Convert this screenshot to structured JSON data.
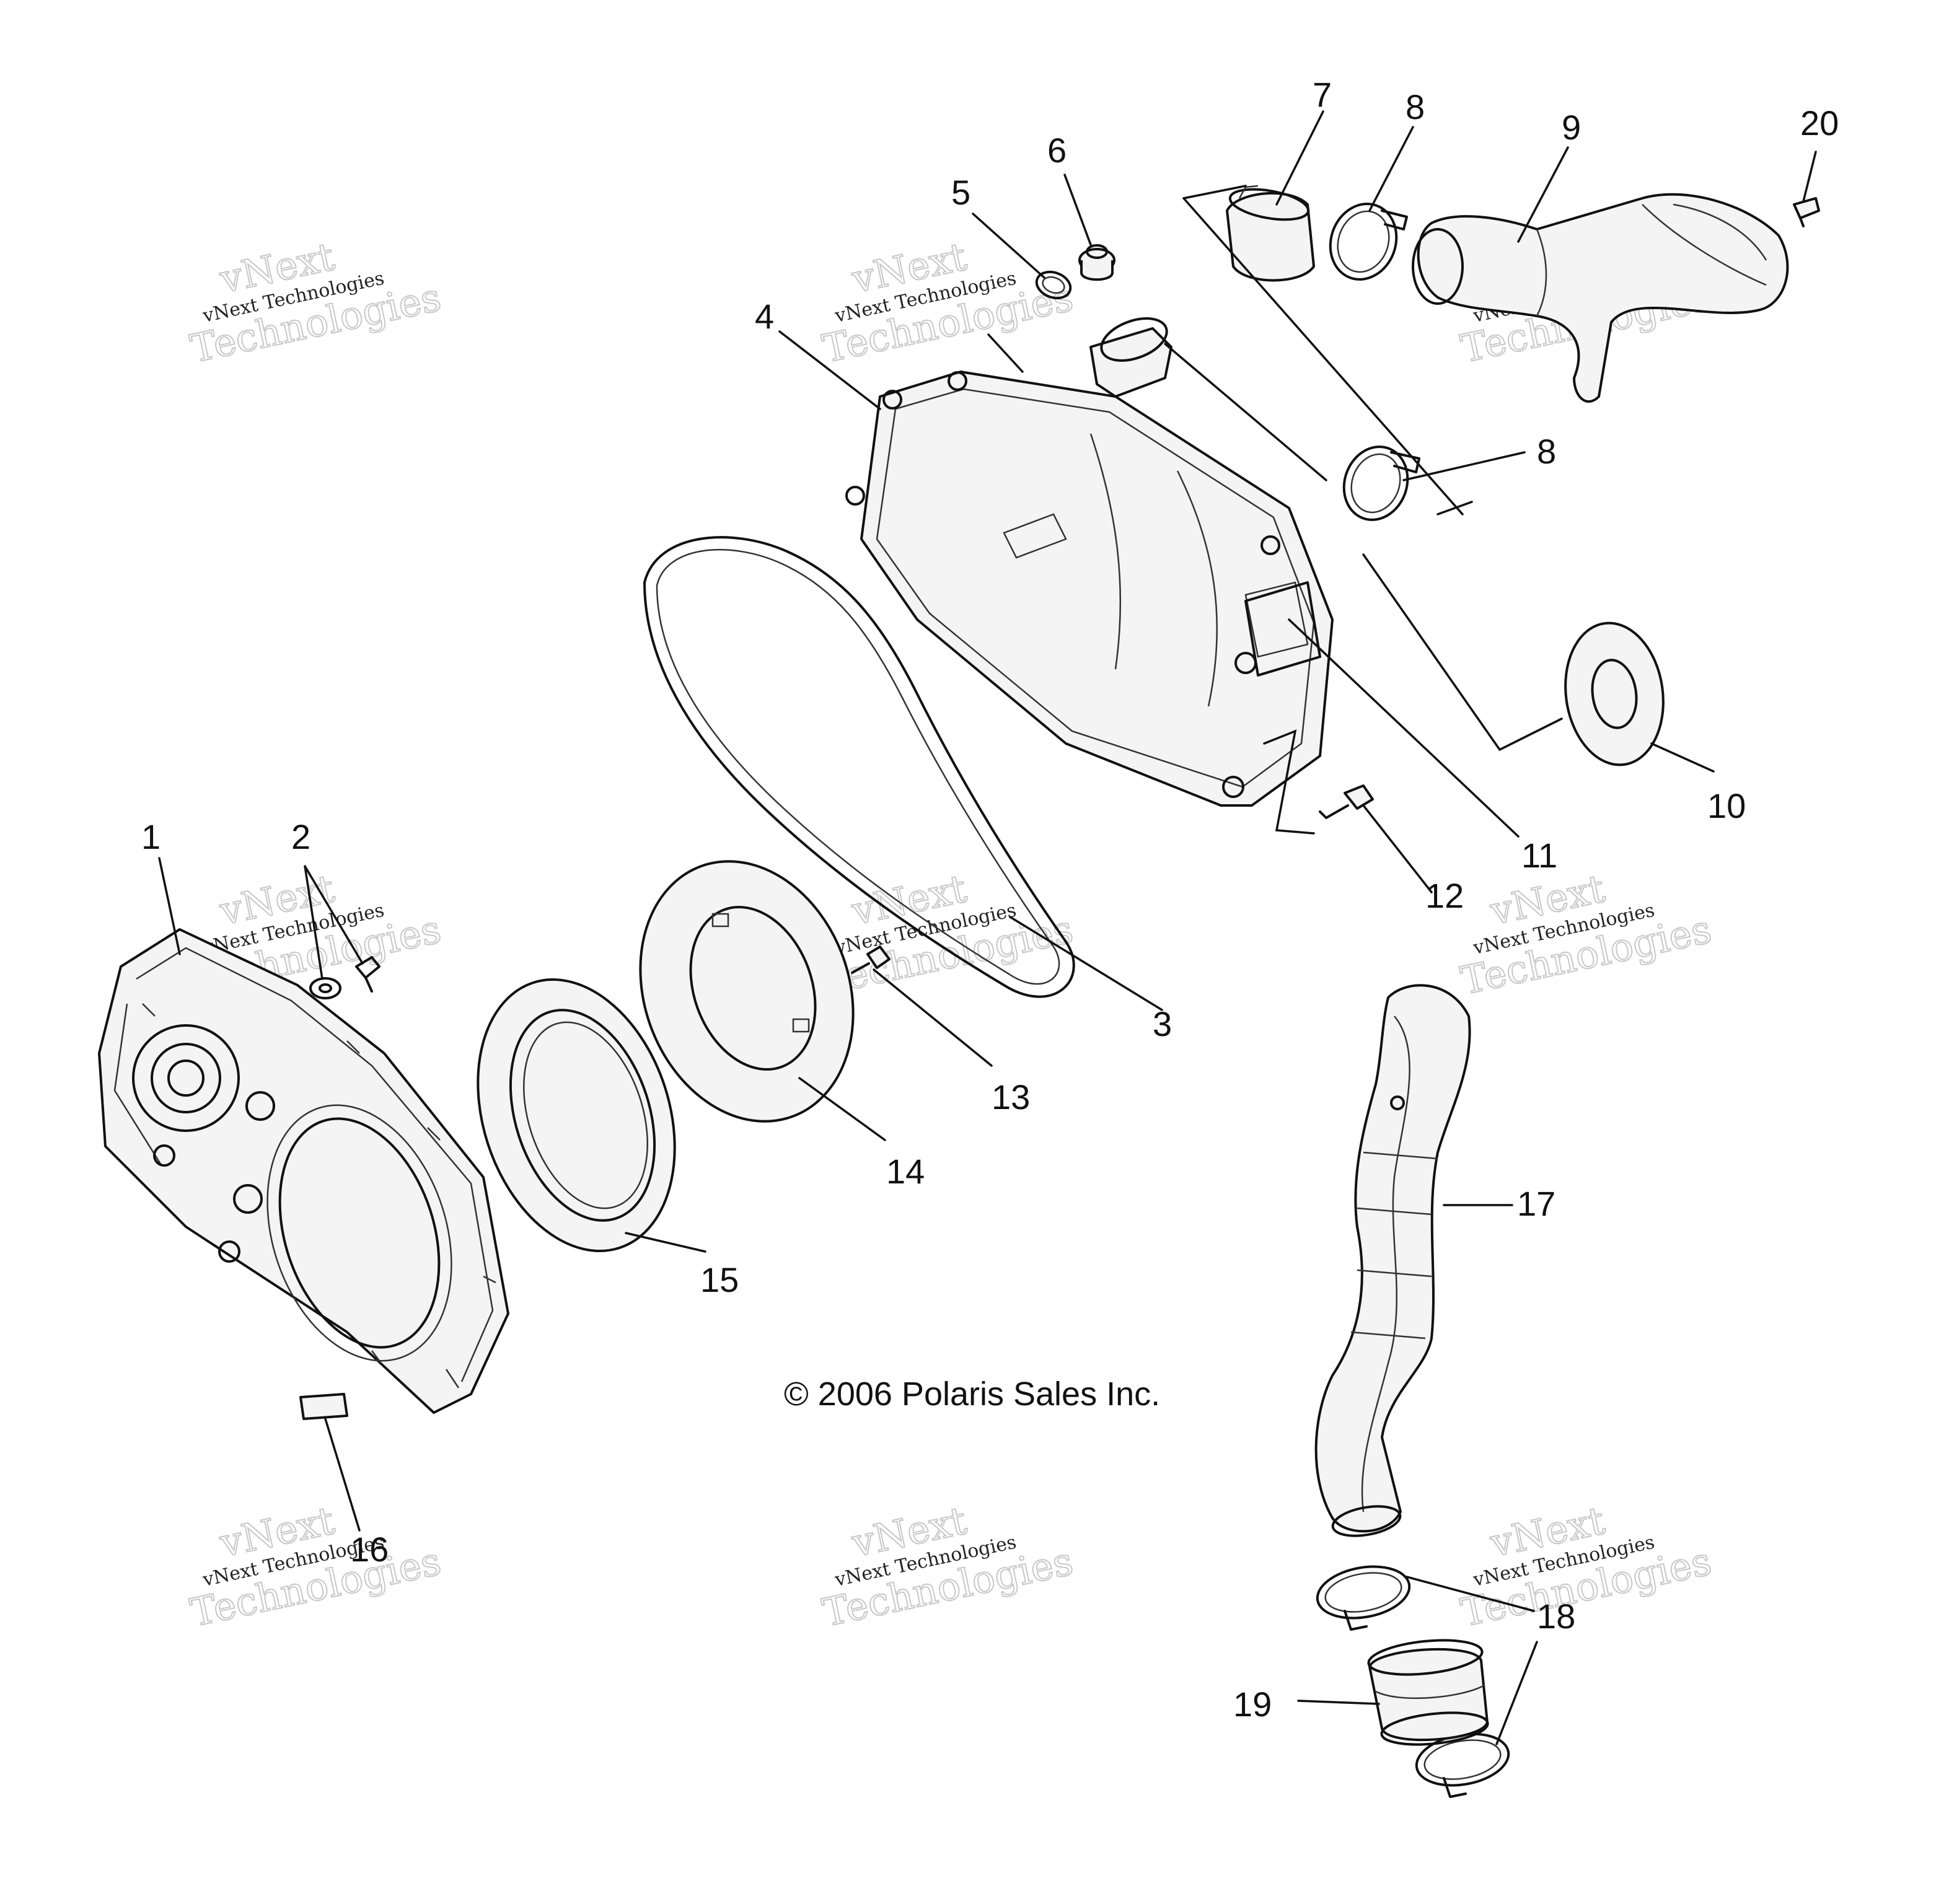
{
  "diagram": {
    "copyright": "© 2006 Polaris Sales Inc.",
    "watermark_line_1": "vNext Technologies",
    "watermark_line_2": "vNext",
    "watermark_line_3": "Technologies",
    "callouts": [
      "1",
      "2",
      "3",
      "4",
      "5",
      "6",
      "7",
      "8",
      "8",
      "9",
      "10",
      "11",
      "12",
      "13",
      "14",
      "15",
      "16",
      "17",
      "18",
      "19",
      "20"
    ]
  }
}
